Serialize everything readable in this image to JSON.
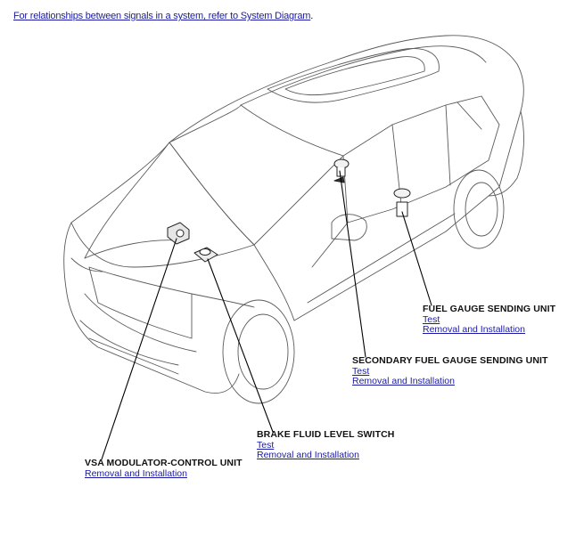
{
  "header": {
    "link_text": "For relationships between signals in a system, refer to System Diagram",
    "period": "."
  },
  "components": {
    "fuel_gauge": {
      "title": "FUEL GAUGE SENDING UNIT",
      "links": [
        "Test",
        "Removal and Installation"
      ]
    },
    "secondary_fuel_gauge": {
      "title": "SECONDARY FUEL GAUGE SENDING UNIT",
      "links": [
        "Test",
        "Removal and Installation"
      ]
    },
    "brake_fluid": {
      "title": "BRAKE FLUID LEVEL SWITCH",
      "links": [
        "Test",
        "Removal and Installation"
      ]
    },
    "vsa": {
      "title": "VSA MODULATOR-CONTROL UNIT",
      "links": [
        "Removal and Installation"
      ]
    }
  },
  "colors": {
    "link": "#1a1aa6",
    "line": "#555555",
    "leader": "#000000"
  }
}
